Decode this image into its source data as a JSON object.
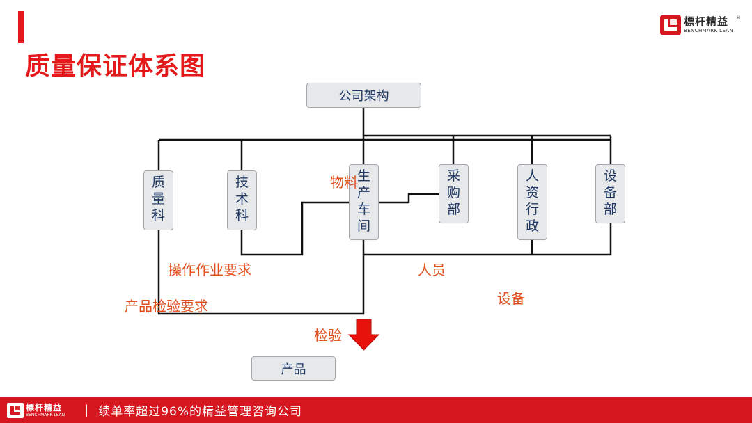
{
  "title": "质量保证体系图",
  "logo": {
    "name": "標杆精益",
    "sub": "BENCHMARK LEAN",
    "mark": "benchmark-lean-logo"
  },
  "nodes": {
    "company": "公司架构",
    "quality": "质\n量\n科",
    "tech": "技\n术\n科",
    "production": "生\n产\n车\n间",
    "purchasing": "采\n购\n部",
    "hr": "人\n资\n行\n政",
    "equipment": "设\n备\n部",
    "product": "产品"
  },
  "flows": {
    "materials": "物料",
    "operation_requirements": "操作作业要求",
    "personnel": "人员",
    "inspection_requirements": "产品检验要求",
    "equipment": "设备",
    "inspection": "检验"
  },
  "footer": {
    "logo_name": "標杆精益",
    "logo_sub": "BENCHMARK LEAN",
    "separator": "|",
    "slogan": "续单率超过96%的精益管理咨询公司"
  },
  "colors": {
    "accent": "#e3191b",
    "node_fill": "#e6e8ea",
    "node_text": "#1f3864",
    "flow_label": "#e0501e",
    "arrow": "#e8120c"
  }
}
